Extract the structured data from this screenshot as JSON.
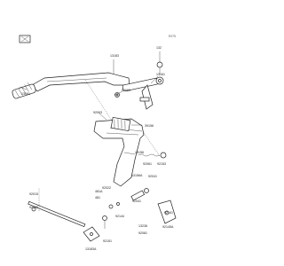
{
  "diagram": {
    "ref_code": "E075",
    "parts": [
      {
        "label": "13183"
      },
      {
        "label": "132"
      },
      {
        "label": "13081"
      },
      {
        "label": "92063"
      },
      {
        "label": "13161"
      },
      {
        "label": "92063"
      },
      {
        "label": "39156"
      },
      {
        "label": "13156"
      },
      {
        "label": "92015"
      },
      {
        "label": "92061"
      },
      {
        "label": "92153"
      },
      {
        "label": "13156A"
      },
      {
        "label": "92041"
      },
      {
        "label": "481A"
      },
      {
        "label": "92022"
      },
      {
        "label": "481"
      },
      {
        "label": "92132"
      },
      {
        "label": "92144"
      },
      {
        "label": "13183A"
      },
      {
        "label": "92151"
      },
      {
        "label": "92041"
      },
      {
        "label": "13236"
      },
      {
        "label": "92145A"
      },
      {
        "label": "92161"
      },
      {
        "label": "92081"
      }
    ]
  }
}
